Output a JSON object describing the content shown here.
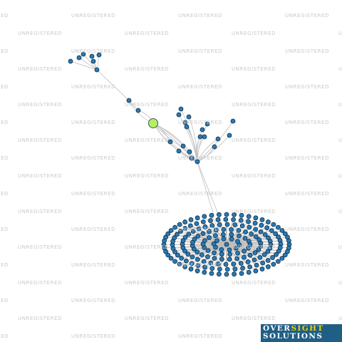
{
  "watermark": {
    "text": "UNREGISTERED"
  },
  "logo": {
    "word1": "OVER",
    "word2": "SIGHT",
    "word3": "SOLUTIONS",
    "accent": "#f0d200",
    "background": "#1f5f86"
  },
  "colors": {
    "node": "#2a79b4",
    "node_stroke": "#0e2f47",
    "highlight_node": "#b6ee60",
    "edge": "#bdbdbd"
  },
  "network": {
    "highlighted_node": "focus-entity",
    "clusters": [
      {
        "name": "top-cluster",
        "node_count": 6
      },
      {
        "name": "middle-branches",
        "node_count": 20
      },
      {
        "name": "large-cluster",
        "node_count": 190
      }
    ]
  }
}
